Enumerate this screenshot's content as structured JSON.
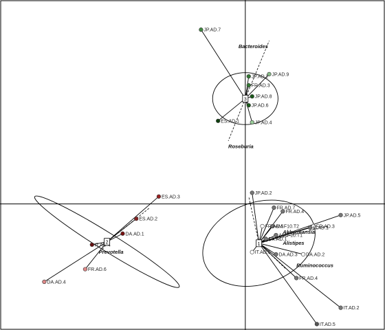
{
  "chart_data": {
    "type": "scatter",
    "title": "",
    "xlabel": "",
    "ylabel": "",
    "xlim": [
      -3.6,
      2.05
    ],
    "ylim": [
      -1.7,
      2.75
    ],
    "grid": false,
    "axes_cross_at": [
      0,
      0
    ],
    "clusters": [
      {
        "id": "1",
        "centroid": [
          0.2,
          -0.53
        ],
        "ellipse": {
          "rx": 0.85,
          "ry": 0.55,
          "angle_deg": -20
        },
        "points": [
          {
            "label": "JP.AD.2",
            "x": 0.1,
            "y": 0.15,
            "color": "#777777"
          },
          {
            "label": "FR.AD.7",
            "x": 0.42,
            "y": -0.05,
            "color": "#777777"
          },
          {
            "label": "FR.AD.4",
            "x": 0.55,
            "y": -0.1,
            "color": "#777777"
          },
          {
            "label": "JP.AD.5",
            "x": 1.4,
            "y": -0.15,
            "color": "#777777"
          },
          {
            "label": "FR.AD.3",
            "x": 1.0,
            "y": -0.3,
            "color": "#ffffff"
          },
          {
            "label": "IT.AD.1",
            "x": 0.95,
            "y": -0.32,
            "color": "#777777"
          },
          {
            "label": "FR.AD.5",
            "x": 0.25,
            "y": -0.3,
            "color": "#ffffff"
          },
          {
            "label": "AM.F10.T2",
            "x": 0.4,
            "y": -0.3,
            "color": "#777777"
          },
          {
            "label": "AM.F10.T1",
            "x": 0.45,
            "y": -0.42,
            "color": "#777777"
          },
          {
            "label": "FR.AD.1",
            "x": 0.3,
            "y": -0.47,
            "color": "#777777"
          },
          {
            "label": "IT.AD.6",
            "x": 0.1,
            "y": -0.65,
            "color": "#ffffff"
          },
          {
            "label": "DA.AD.3",
            "x": 0.45,
            "y": -0.68,
            "color": "#777777"
          },
          {
            "label": "DA.AD.2",
            "x": 0.85,
            "y": -0.68,
            "color": "#ffffff"
          },
          {
            "label": "FR.AD.4",
            "x": 0.75,
            "y": -1.0,
            "color": "#777777"
          },
          {
            "label": "IT.AD.2",
            "x": 1.4,
            "y": -1.4,
            "color": "#777777"
          },
          {
            "label": "IT.AD.5",
            "x": 1.05,
            "y": -1.62,
            "color": "#555555"
          }
        ]
      },
      {
        "id": "2",
        "centroid": [
          -2.03,
          -0.51
        ],
        "ellipse": {
          "rx": 1.25,
          "ry": 0.12,
          "angle_deg": 32
        },
        "points": [
          {
            "label": "ES.AD.3",
            "x": -1.27,
            "y": 0.1,
            "color": "#992222"
          },
          {
            "label": "ES.AD.2",
            "x": -1.6,
            "y": -0.2,
            "color": "#882222"
          },
          {
            "label": "DA.AD.1",
            "x": -1.8,
            "y": -0.4,
            "color": "#771111"
          },
          {
            "label": "IT.AD.4",
            "x": -2.25,
            "y": -0.55,
            "color": "#661111"
          },
          {
            "label": "FR.AD.6",
            "x": -2.35,
            "y": -0.88,
            "color": "#dd8888"
          },
          {
            "label": "DA.AD.4",
            "x": -2.95,
            "y": -1.05,
            "color": "#dd8888"
          }
        ]
      },
      {
        "id": "3",
        "centroid": [
          0,
          1.42
        ],
        "ellipse": {
          "rx": 0.48,
          "ry": 0.35,
          "angle_deg": 0
        },
        "points": [
          {
            "label": "JP.AD.7",
            "x": -0.65,
            "y": 2.35,
            "color": "#448844"
          },
          {
            "label": "JP.AD.9",
            "x": 0.35,
            "y": 1.75,
            "color": "#88bb88"
          },
          {
            "label": "JP.AD.2",
            "x": 0.05,
            "y": 1.72,
            "color": "#337733"
          },
          {
            "label": "FR.AD.3",
            "x": 0.05,
            "y": 1.6,
            "color": "#337733"
          },
          {
            "label": "JP.AD.8",
            "x": 0.1,
            "y": 1.45,
            "color": "#1a5a1a"
          },
          {
            "label": "JP.AD.6",
            "x": 0.05,
            "y": 1.33,
            "color": "#1a5a1a"
          },
          {
            "label": "ES.AD.1",
            "x": -0.4,
            "y": 1.12,
            "color": "#0f3f0f"
          },
          {
            "label": "JP.AD.4",
            "x": 0.1,
            "y": 1.1,
            "color": "#99cc99"
          }
        ]
      }
    ],
    "taxa": [
      {
        "name": "Bacteroides",
        "x": -0.1,
        "y": 2.1
      },
      {
        "name": "Roseburia",
        "x": -0.25,
        "y": 0.75
      },
      {
        "name": "Prevotella",
        "x": -2.15,
        "y": -0.67
      },
      {
        "name": "Akkermansia",
        "x": 0.55,
        "y": -0.4
      },
      {
        "name": "Alistipes",
        "x": 0.55,
        "y": -0.55
      },
      {
        "name": "Ruminococcus",
        "x": 0.75,
        "y": -0.85
      }
    ],
    "lines": [
      {
        "from": [
          0,
          1.42
        ],
        "to": [
          0.35,
          2.2
        ],
        "style": "dashed"
      },
      {
        "from": [
          0,
          1.42
        ],
        "to": [
          -0.25,
          0.85
        ],
        "style": "dashed"
      },
      {
        "from": [
          -2.03,
          -0.51
        ],
        "to": [
          -1.4,
          -0.05
        ],
        "style": "dashed"
      },
      {
        "from": [
          -2.03,
          -0.51
        ],
        "to": [
          -2.1,
          -0.62
        ],
        "style": "dashed"
      },
      {
        "from": [
          0.2,
          -0.53
        ],
        "to": [
          0.05,
          0.1
        ],
        "style": "dashed"
      },
      {
        "from": [
          0.2,
          -0.53
        ],
        "to": [
          1.2,
          -0.3
        ],
        "style": "dashed"
      },
      {
        "from": [
          0.2,
          -0.53
        ],
        "to": [
          0.6,
          -0.88
        ],
        "style": "dashed"
      },
      {
        "from": [
          0.2,
          -0.53
        ],
        "to": [
          0.55,
          -0.42
        ],
        "style": "solid"
      }
    ]
  }
}
